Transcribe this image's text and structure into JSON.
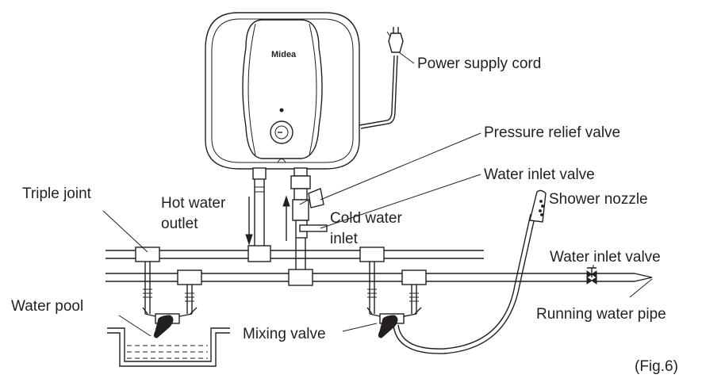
{
  "brand": "Midea",
  "labels": {
    "power_supply_cord": "Power supply cord",
    "pressure_relief_valve": "Pressure relief valve",
    "water_inlet_valve_top": "Water inlet valve",
    "triple_joint": "Triple joint",
    "hot_water_outlet_1": "Hot water",
    "hot_water_outlet_2": "outlet",
    "cold_water_inlet_1": "Cold water",
    "cold_water_inlet_2": "inlet",
    "shower_nozzle": "Shower nozzle",
    "water_inlet_valve_right": "Water inlet valve",
    "water_pool": "Water pool",
    "running_water_pipe": "Running water pipe",
    "mixing_valve": "Mixing valve",
    "figure_number": "(Fig.6)"
  },
  "colors": {
    "line": "#231f20",
    "background": "#ffffff"
  }
}
